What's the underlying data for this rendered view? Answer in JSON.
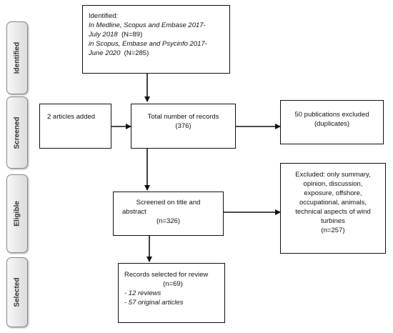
{
  "stages": [
    "Identified",
    "Screened",
    "Eligible",
    "Selected"
  ],
  "identified": {
    "heading": "Identified:",
    "source1_italic_a": "In Medline, Scopus and Embase 2017-",
    "source1_italic_b": "July 2018",
    "source1_count": "(N=89)",
    "source2_italic_a": "in Scopus, Embase and  Psycinfo 2017-",
    "source2_italic_b": "June 2020",
    "source2_count": "(N=285)"
  },
  "added": {
    "text": "2 articles added"
  },
  "total": {
    "line1": "Total number of records",
    "line2": "(376)"
  },
  "excluded_duplicates": {
    "line1": "50 publications excluded",
    "line2": "(duplicates)"
  },
  "screened": {
    "line1": "Screened on title and",
    "line2": "abstract",
    "line3": "(n=326)"
  },
  "excluded_reasons": {
    "line1": "Excluded: only summary,",
    "line2": "opinion, discussion,",
    "line3": "exposure, offshore,",
    "line4": "occupational, animals,",
    "line5": "technical aspects of wind",
    "line6": "turbines",
    "line7": "(n=257)"
  },
  "selected": {
    "line1": "Records selected for review",
    "line2": "(n=69)",
    "item1": "- 12 reviews",
    "item2": "- 57 original  articles"
  }
}
